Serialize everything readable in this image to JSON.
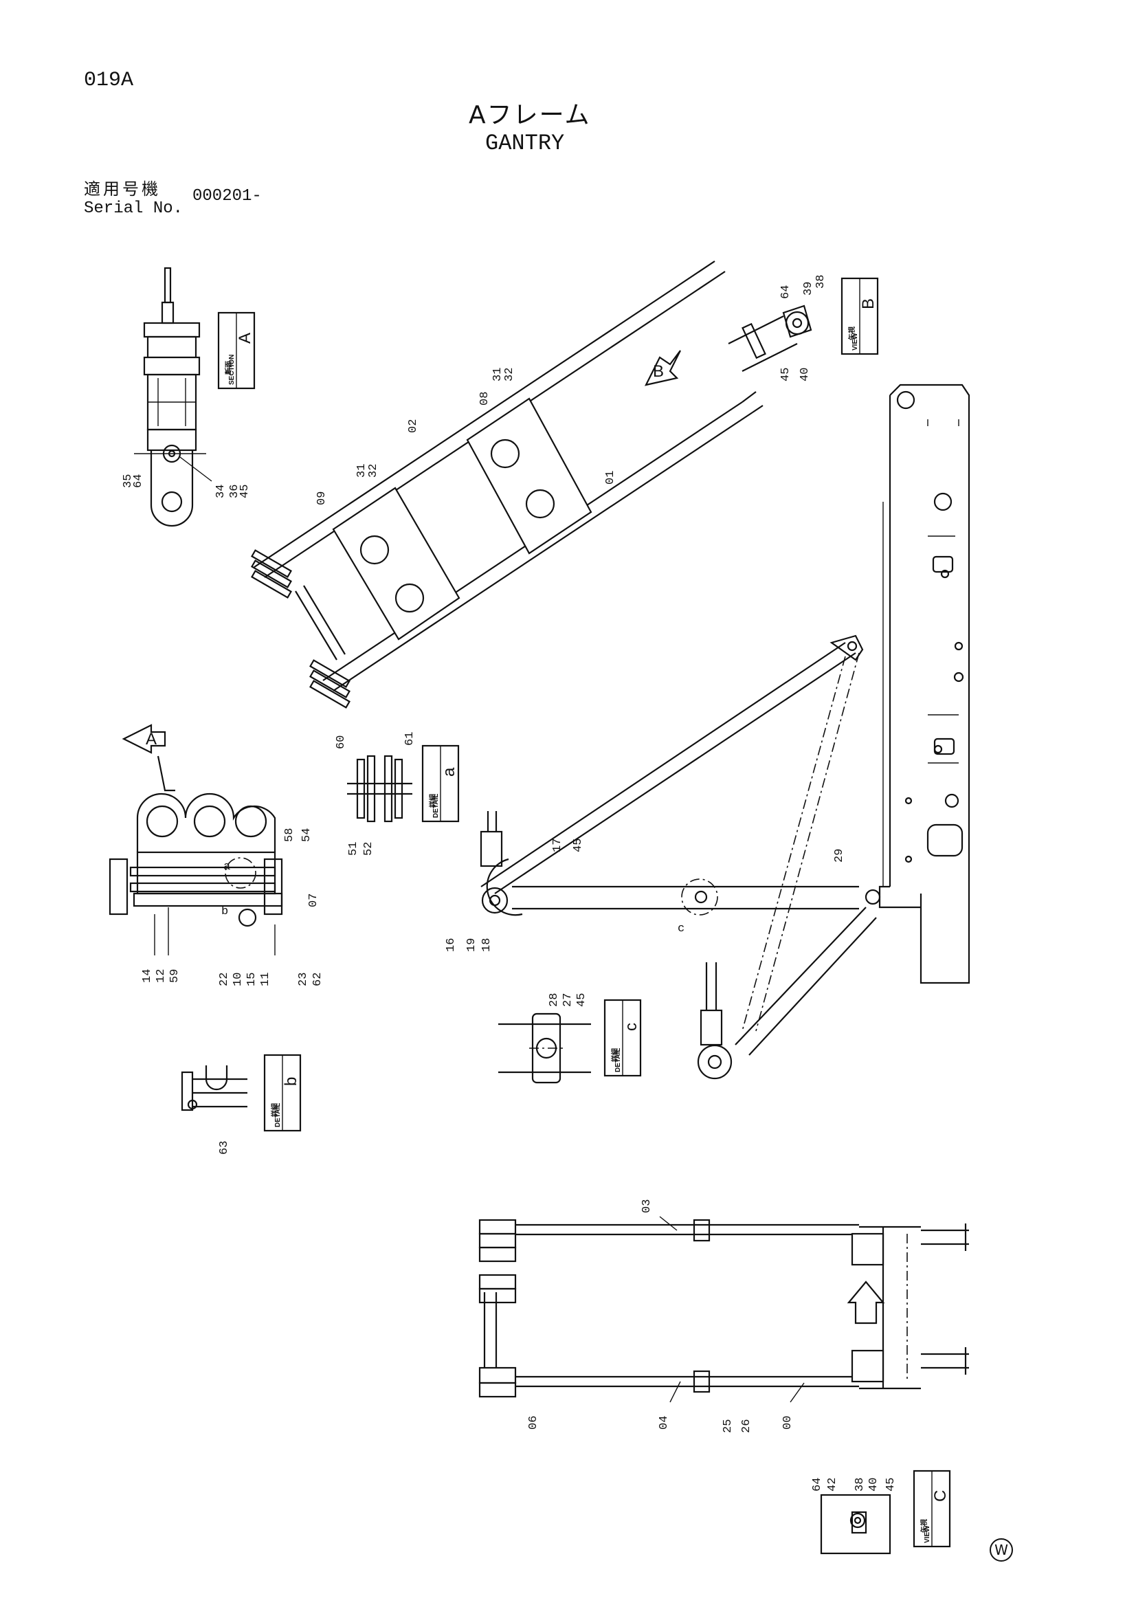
{
  "header": {
    "page_code": "019A",
    "title_jp": "Aフレーム",
    "title_en": "GANTRY",
    "serial_label_jp": "適用号機",
    "serial_label_en": "Serial No.",
    "serial_value": "000201-"
  },
  "corner_mark": "W",
  "callouts": {
    "section_a": {
      "type_jp": "断面",
      "type_en": "SECTION",
      "letter": "A"
    },
    "view_b": {
      "type_jp": "矢視",
      "type_en": "VIEW",
      "letter": "B"
    },
    "detail_a": {
      "type_jp": "詳細",
      "type_en": "DETAIL",
      "letter": "a"
    },
    "detail_b": {
      "type_jp": "詳細",
      "type_en": "DETAIL",
      "letter": "b"
    },
    "detail_c": {
      "type_jp": "詳細",
      "type_en": "DETAIL",
      "letter": "c"
    },
    "view_c": {
      "type_jp": "矢視",
      "type_en": "VIEW",
      "letter": "C"
    }
  },
  "arrow_letters": {
    "a": "A",
    "b": "B"
  },
  "ref_letters": {
    "a": "a",
    "b": "b",
    "c": "c"
  },
  "part_numbers": {
    "p00": "00",
    "p01": "01",
    "p02": "02",
    "p03": "03",
    "p04": "04",
    "p06": "06",
    "p07": "07",
    "p08": "08",
    "p09": "09",
    "p10": "10",
    "p11": "11",
    "p12": "12",
    "p14": "14",
    "p15": "15",
    "p16": "16",
    "p17": "17",
    "p18": "18",
    "p19": "19",
    "p22": "22",
    "p23": "23",
    "p25": "25",
    "p26": "26",
    "p27": "27",
    "p28": "28",
    "p29": "29",
    "p31a": "31",
    "p32a": "32",
    "p31b": "31",
    "p32b": "32",
    "p34": "34",
    "p35": "35",
    "p36": "36",
    "p38a": "38",
    "p39": "39",
    "p40a": "40",
    "p45a": "45",
    "p45b": "45",
    "p45c": "45",
    "p45d": "45",
    "p45e": "45",
    "p51": "51",
    "p52": "52",
    "p54": "54",
    "p58": "58",
    "p59": "59",
    "p60": "60",
    "p61": "61",
    "p62": "62",
    "p63": "63",
    "p64a": "64",
    "p64b": "64",
    "p64c": "64",
    "p38b": "38",
    "p40b": "40",
    "p42": "42"
  }
}
